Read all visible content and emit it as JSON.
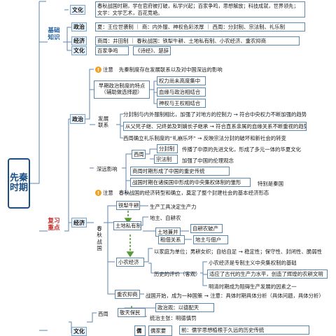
{
  "root": {
    "title_top": "先秦",
    "title_bottom": "时期"
  },
  "sections": {
    "basic": {
      "line1": "基础",
      "line2": "知识"
    },
    "review": {
      "line1": "复习",
      "line2": "重点"
    }
  },
  "top": {
    "culture_label": "文化",
    "culture_text": "春秋战国时期，学在官府被打破，私学兴起；百家争鸣，思想解放；科技成就，世界领先；文学：文学艺术，百花竞艳。"
  },
  "basic": {
    "politics": {
      "label": "政治",
      "text": "夏：王位世袭制 ｜ 商：内外服、神权色彩浓厚 ｜ 西周：分封制、宗法制、礼乐制"
    },
    "economy": {
      "label": "经济",
      "text": "商周：井田制 ｜ 春秋战国：铁犁牛耕、土地私有制、小农经济、重农抑商"
    },
    "culture": {
      "label": "文化",
      "text_a": "百家争鸣",
      "text_b": "《诗经》、楚辞"
    }
  },
  "politics": {
    "label": "政治",
    "note_badge": "注意",
    "note_text": "先秦制度存在发展联系以及对中国深远的影响",
    "early": {
      "line1": "早期政治制度的特点",
      "line2": "（辅助做选择题）"
    },
    "early_items": [
      "权力尚未高度集中",
      "血缘与政治相结合",
      "神权与王权相结合"
    ],
    "dev_label": {
      "line1": "发展",
      "line2": "联系"
    },
    "dev_items": [
      "分封制与内外服制相比，加强了对地方的控制力 → 符合中央权力不断加强的趋势",
      "从父死子继、兄终弟及到嫡长子继承 → 符合直系亲属的血缘关系不断重视的趋势",
      "西周确立礼乐制度的“礼崩乐坏” → 反映宗法分封的破坏和新社会的转变"
    ],
    "impact_label": "深远影响",
    "west_zhou": "西周",
    "impact_a1": "分封制",
    "impact_a1_text": "传播了中原的先进文化，形成了多元一体的华夏文化",
    "impact_a2": "宗法制",
    "impact_a2_text": "加强了中国的伦理观念",
    "impact_b": "商周时期形成了中国的重史传统",
    "impact_c": "战国时期在诸侯国中形成的中央集权体制的雏形",
    "impact_c_tag": "特别是秦国"
  },
  "economy": {
    "label": "经济",
    "note_badge": "注意",
    "note_text": "春秋战国的经济转型和确立，奠定了整个封建社会的基本经济形态",
    "period": {
      "line1": "春",
      "line2": "秋",
      "line3": "战",
      "line4": "国"
    },
    "iron": "铁犁牛耕",
    "iron_text": "生产工具决定生产力",
    "land_state": "地主、自耕农",
    "land_private": "土地私有制",
    "self_farmer": "自耕农破产",
    "annex": "土地兼并",
    "tenant": "租佃关系",
    "landlord": "地主与佃户",
    "small": "小农经济",
    "small_text": "以家庭为单位；男耕女织；自给自足 → 稳定性；保守性、封闭性、脆弱性",
    "eval": "历史的评价（客观）",
    "eval_items": [
      "小农经济是专制主义中央集权制的基础",
      "适应了古代的生产力水平，创造了辉煌的农耕文明",
      "明清时期成为阻碍生产发展的因素之一"
    ],
    "agri": "重农抑商",
    "agri_text": "战国开始，成为一种国策 → 注意：具体时期具体分析（具体问题，具体分析）"
  },
  "culture": {
    "label": "文化",
    "west_zhou": "西周",
    "respect": "敬天保民",
    "politics_view": "政治观：以德配天",
    "ruler": "统治主张：明德慎罚",
    "confucian": "儒",
    "confucian_a": "儒家要",
    "confucian_b": "前：儒学思想植根于久远的历史传统"
  }
}
